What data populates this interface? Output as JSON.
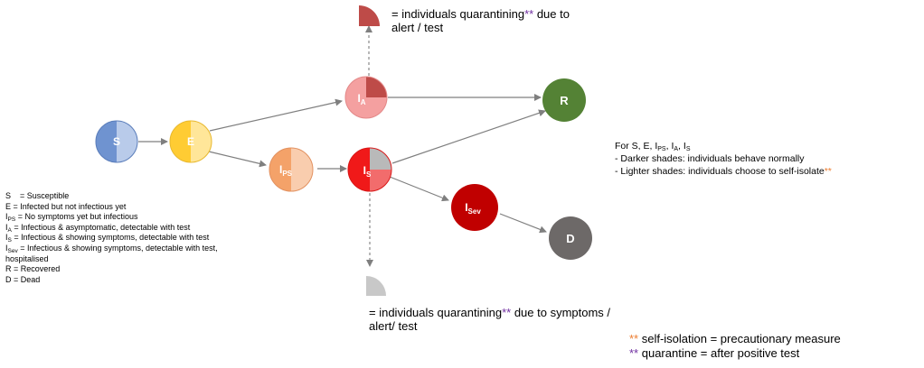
{
  "nodes": {
    "S": {
      "label": "S",
      "sub": ""
    },
    "E": {
      "label": "E",
      "sub": ""
    },
    "IPS": {
      "label": "I",
      "sub": "PS"
    },
    "IA": {
      "label": "I",
      "sub": "A"
    },
    "IS": {
      "label": "I",
      "sub": "S"
    },
    "ISev": {
      "label": "I",
      "sub": "Sev"
    },
    "R": {
      "label": "R",
      "sub": ""
    },
    "D": {
      "label": "D",
      "sub": ""
    }
  },
  "quarantine_top": {
    "text": "= individuals quarantining",
    "stars": "**",
    "rest": " due to",
    "line2": "alert / test"
  },
  "quarantine_bottom": {
    "text": "= individuals quarantining",
    "stars": "**",
    "rest": " due to symptoms /",
    "line2": "alert/ test"
  },
  "legend": [
    {
      "sym": "S",
      "sub": "",
      "desc": "= Susceptible"
    },
    {
      "sym": "E",
      "sub": "",
      "desc": "= Infected but not infectious yet"
    },
    {
      "sym": "I",
      "sub": "PS",
      "desc": "= No symptoms yet but infectious"
    },
    {
      "sym": "I",
      "sub": "A",
      "desc": "= Infectious & asymptomatic, detectable with test"
    },
    {
      "sym": "I",
      "sub": "S",
      "desc": "= Infectious & showing symptoms, detectable with test"
    },
    {
      "sym": "I",
      "sub": "Sev",
      "desc": "= Infectious & showing symptoms, detectable with test,"
    },
    {
      "sym": "",
      "sub": "",
      "desc": "hospitalised"
    },
    {
      "sym": "R",
      "sub": "",
      "desc": "= Recovered"
    },
    {
      "sym": "D",
      "sub": "",
      "desc": "= Dead"
    }
  ],
  "shades": {
    "heading_prefix": "For S, E, ",
    "i_ps": "PS",
    "i_a": "A",
    "i_s": "S",
    "line1": "- Darker shades: individuals behave normally",
    "line2": "- Lighter shades: individuals choose to self-isolate",
    "stars": "**"
  },
  "notes": {
    "self_isolation": {
      "stars": "**",
      "text": " self-isolation = precautionary measure"
    },
    "quarantine": {
      "stars": "**",
      "text": " quarantine = after positive test"
    }
  },
  "colors": {
    "S_dark": "#6F93D0",
    "S_light": "#B9CBEA",
    "E_dark": "#FFCC33",
    "E_light": "#FFE699",
    "IPS_dark": "#F4A269",
    "IPS_light": "#F9CDAE",
    "IA_light": "#F4A0A0",
    "IA_quarantine": "#BE4B48",
    "IS_dark": "#F01919",
    "IS_light": "#F26C6C",
    "IS_quarantine": "#B9B9B9",
    "ISev": "#C00000",
    "R": "#548235",
    "D": "#6D6968",
    "arrow": "#7F7F7F",
    "orange_stars": "#ED7D31",
    "purple_stars": "#7030A0"
  }
}
